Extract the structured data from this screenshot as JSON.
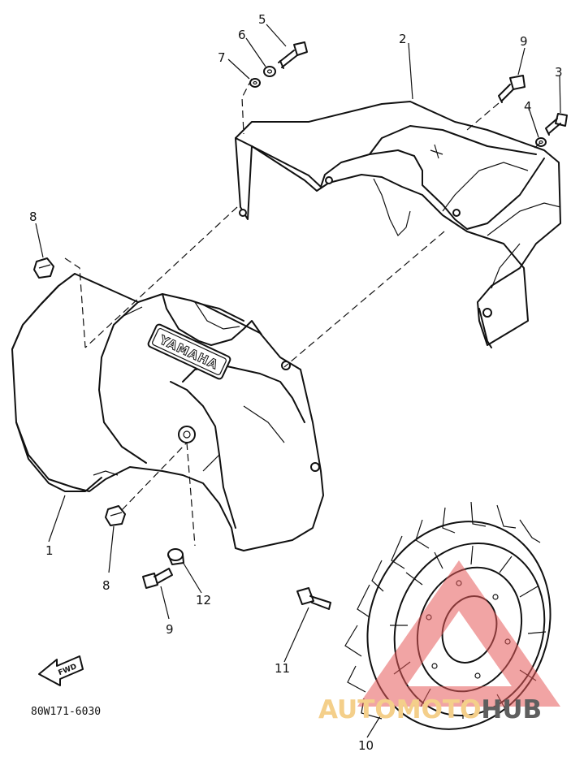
{
  "diagram": {
    "part_number": "80W171-6030",
    "callouts": [
      "1",
      "2",
      "3",
      "4",
      "5",
      "6",
      "7",
      "8",
      "8",
      "9",
      "9",
      "10",
      "11",
      "12"
    ],
    "cover_emblem": "YAMAHA",
    "fwd_marker": "FWD",
    "watermark": {
      "part1": "AUTO",
      "part2": "MOTO",
      "part3": "HUB"
    }
  }
}
